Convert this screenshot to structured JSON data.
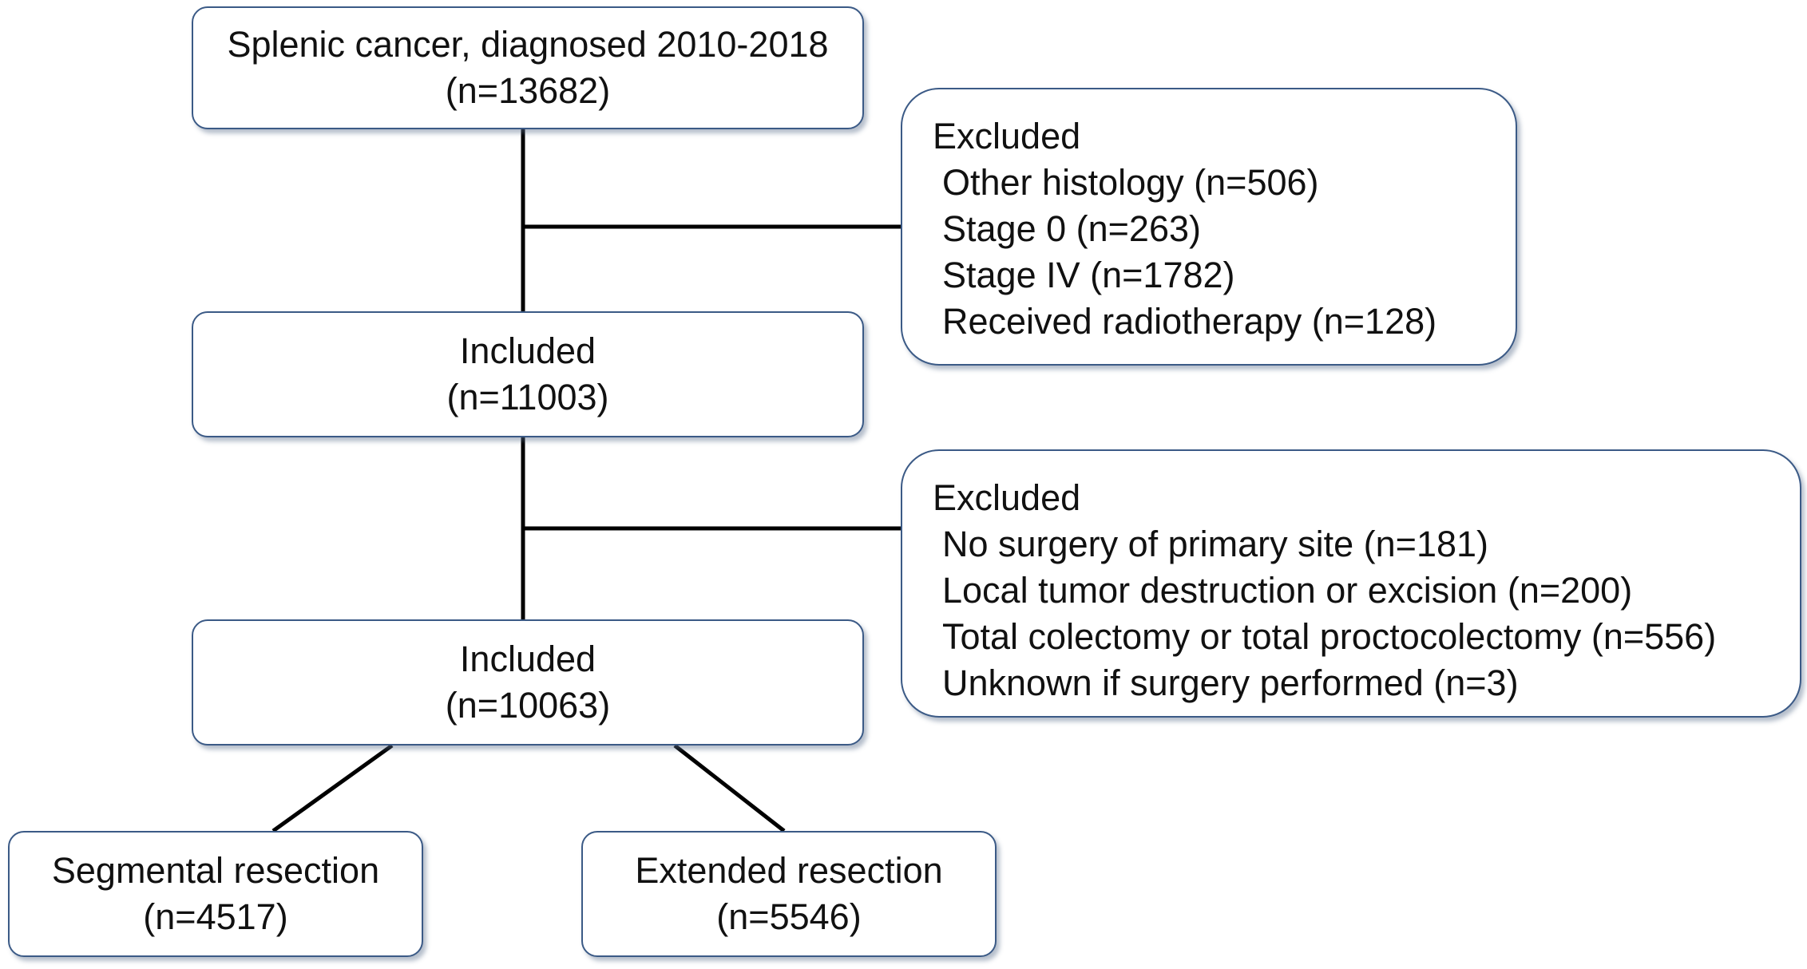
{
  "flowchart": {
    "start": {
      "title": "Splenic cancer, diagnosed 2010-2018",
      "count": "(n=13682)"
    },
    "excluded_1": {
      "heading": "Excluded",
      "items": [
        "Other histology (n=506)",
        "Stage 0 (n=263)",
        "Stage IV (n=1782)",
        "Received radiotherapy (n=128)"
      ]
    },
    "included_1": {
      "title": "Included",
      "count": "(n=11003)"
    },
    "excluded_2": {
      "heading": "Excluded",
      "items": [
        "No surgery of primary site (n=181)",
        "Local tumor destruction or excision (n=200)",
        "Total colectomy or total proctocolectomy (n=556)",
        "Unknown if surgery performed (n=3)"
      ]
    },
    "included_2": {
      "title": "Included",
      "count": "(n=10063)"
    },
    "segmental": {
      "title": "Segmental resection",
      "count": "(n=4517)"
    },
    "extended": {
      "title": "Extended resection",
      "count": "(n=5546)"
    }
  },
  "colors": {
    "box_border": "#3b5a86",
    "connector": "#000000",
    "text": "#111111"
  }
}
